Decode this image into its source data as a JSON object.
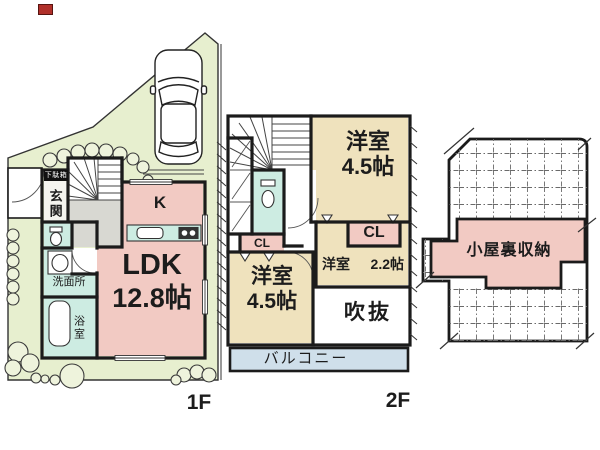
{
  "colors": {
    "site_green": "#e7efcf",
    "room_pink": "#f2cac3",
    "room_tan": "#efe2bd",
    "wet_teal": "#cdece2",
    "balcony_blue": "#cfdfea",
    "hallway_gray": "#d8d8d2",
    "wall": "#1b1b1b",
    "marker_red": "#b0302a"
  },
  "floor1": {
    "label": "1F",
    "rooms": {
      "ldk": {
        "name": "LDK",
        "size": "12.8帖"
      },
      "kitchen": {
        "abbr": "K"
      },
      "entrance": {
        "name": "玄関"
      },
      "shoe_cabinet": {
        "name": "下駄箱"
      },
      "washroom": {
        "name": "洗面所"
      },
      "bathroom": {
        "name": "浴室"
      }
    }
  },
  "floor2": {
    "label": "2F",
    "rooms": {
      "bedroom_upper": {
        "name": "洋室",
        "size": "4.5帖"
      },
      "bedroom_lower": {
        "name": "洋室",
        "size": "4.5帖"
      },
      "bedroom_small": {
        "name": "洋室",
        "size": "2.2帖"
      },
      "closet_upper": {
        "abbr": "CL"
      },
      "closet_lower": {
        "abbr": "CL"
      },
      "void": {
        "name": "吹抜"
      },
      "balcony": {
        "name": "バルコニー"
      }
    }
  },
  "attic": {
    "rooms": {
      "storage": {
        "name": "小屋裏収納"
      }
    }
  }
}
